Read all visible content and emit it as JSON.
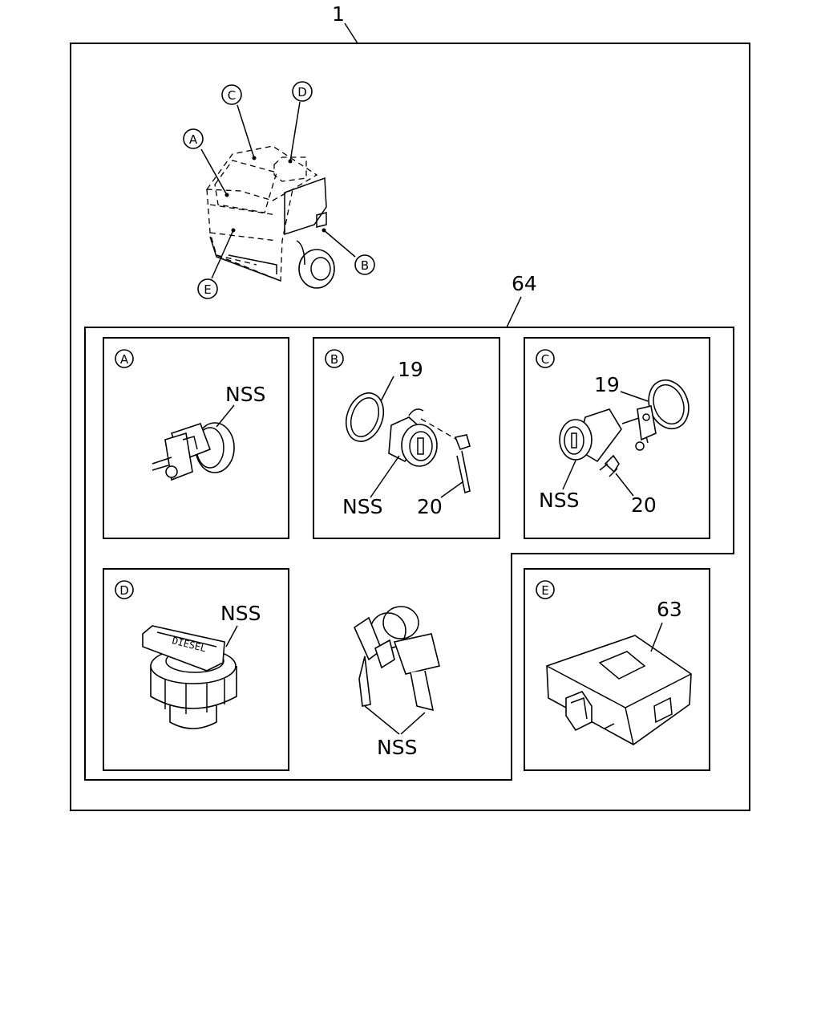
{
  "labels": {
    "assembly": "1",
    "subassembly": "64",
    "nss_a": "NSS",
    "nss_b": "NSS",
    "nss_c": "NSS",
    "nss_d": "NSS",
    "nss_keys": "NSS",
    "part_19_b": "19",
    "part_20_b": "20",
    "part_19_c": "19",
    "part_20_c": "20",
    "part_63": "63",
    "badge_d": "DIESEL"
  },
  "callouts": {
    "a": "A",
    "b": "B",
    "c": "C",
    "d": "D",
    "e": "E"
  },
  "panel_letters": {
    "a": "A",
    "b": "B",
    "c": "C",
    "d": "D",
    "e": "E"
  }
}
